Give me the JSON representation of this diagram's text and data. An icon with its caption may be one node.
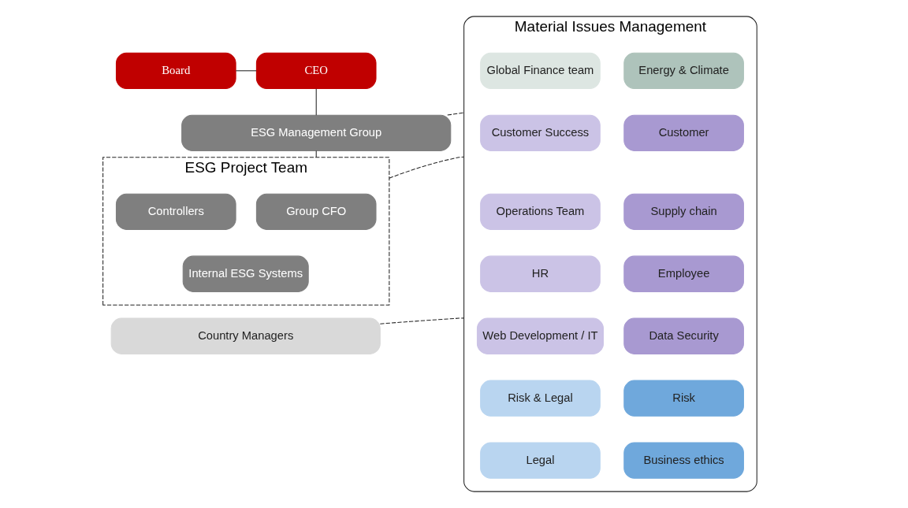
{
  "diagram": {
    "nodes": [
      {
        "text": [
          "Board"
        ]
      },
      {
        "text": [
          "CEO"
        ]
      },
      {
        "text": [
          "ESG Management Group"
        ]
      },
      {
        "text": [
          "ESG Project Team"
        ]
      },
      {
        "text": [
          "Group CFO"
        ],
        "in": 3
      },
      {
        "text": [
          "Controllers"
        ],
        "in": 3
      },
      {
        "text": [
          "Internal ESG Systems"
        ],
        "in": 3
      },
      {
        "text": [
          "Country Managers"
        ]
      },
      {
        "text": [
          "Material Issues Management"
        ]
      },
      {
        "text": [
          "Energy & Climate"
        ],
        "in": 8
      },
      {
        "text": [
          "Global Finance team"
        ],
        "in": 8
      },
      {
        "text": [
          "Customer"
        ],
        "in": 8
      },
      {
        "text": [
          "Customer Success"
        ],
        "in": 8
      },
      {
        "text": [
          "Supply chain"
        ],
        "in": 8
      },
      {
        "text": [
          "Operations Team"
        ],
        "in": 8
      },
      {
        "text": [
          "Employee"
        ],
        "in": 8
      },
      {
        "text": [
          "HR"
        ],
        "in": 8
      },
      {
        "text": [
          "Data Security"
        ],
        "in": 8
      },
      {
        "text": [
          "Web Development / IT"
        ],
        "in": 8
      },
      {
        "text": [
          "Risk"
        ],
        "in": 8
      },
      {
        "text": [
          "Risk & Legal"
        ],
        "in": 8
      },
      {
        "text": [
          "Business ethics"
        ],
        "in": 8
      },
      {
        "text": [
          "Legal"
        ],
        "in": 8
      }
    ],
    "edges": [
      {
        "from": 0,
        "to": 1,
        "arrow": "none"
      },
      {
        "from": 1,
        "to": 2,
        "arrow": "none"
      },
      {
        "from": 2,
        "to": 3,
        "arrow": "none"
      },
      {
        "from": 2,
        "to": 8,
        "arrow": "none",
        "style": "dashed"
      },
      {
        "from": 3,
        "to": 8,
        "arrow": "none",
        "style": "dashed"
      },
      {
        "from": 7,
        "to": 8,
        "arrow": "none",
        "style": "dashed"
      }
    ]
  }
}
